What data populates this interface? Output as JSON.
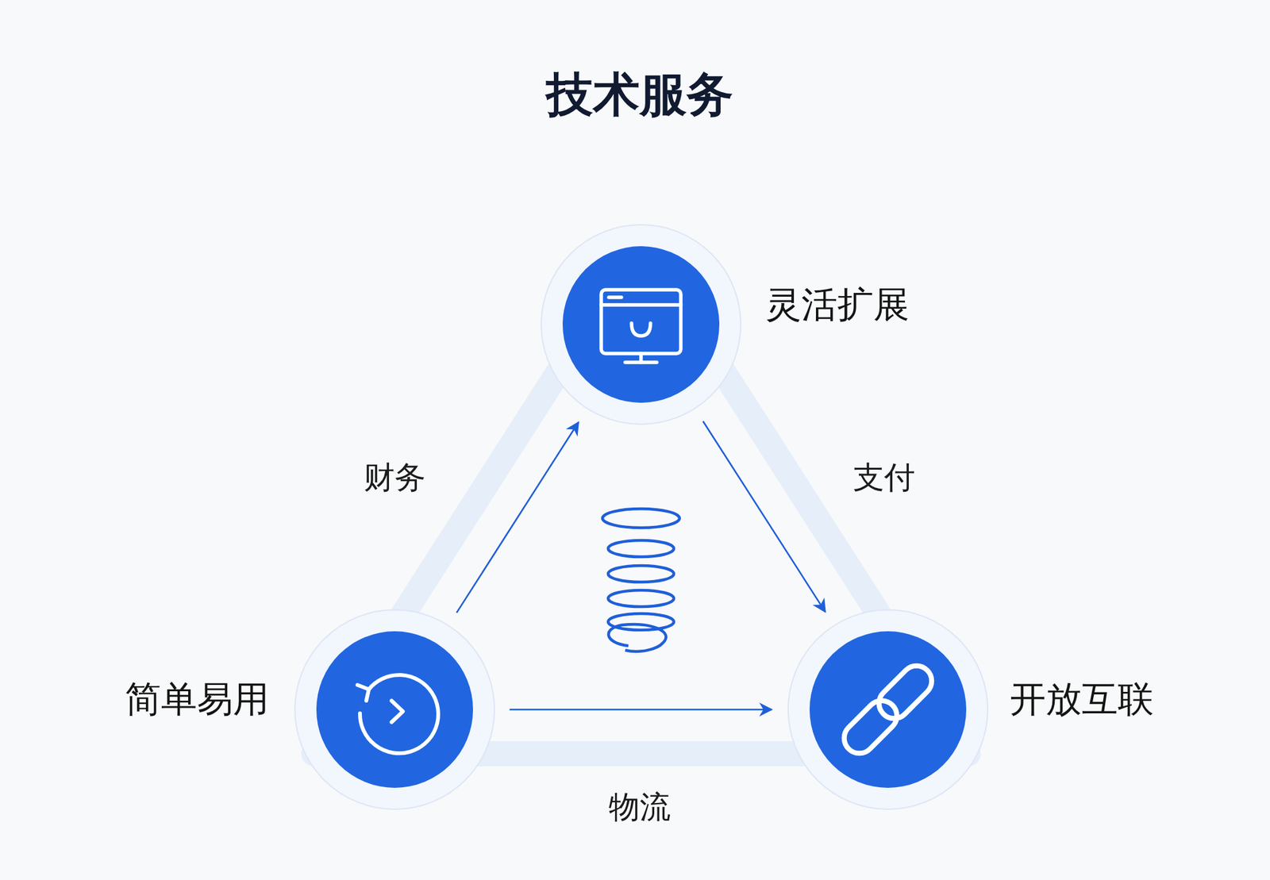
{
  "diagram": {
    "title": "技术服务",
    "nodes": [
      {
        "text": [
          "灵活扩展"
        ]
      },
      {
        "text": [
          "简单易用"
        ]
      },
      {
        "text": [
          "开放互联"
        ]
      }
    ],
    "edges": [
      {
        "from": 1,
        "to": 0,
        "arrow": "to",
        "label": "财务"
      },
      {
        "from": 0,
        "to": 2,
        "arrow": "to",
        "label": "支付"
      },
      {
        "from": 1,
        "to": 2,
        "arrow": "to",
        "label": "物流"
      }
    ]
  }
}
